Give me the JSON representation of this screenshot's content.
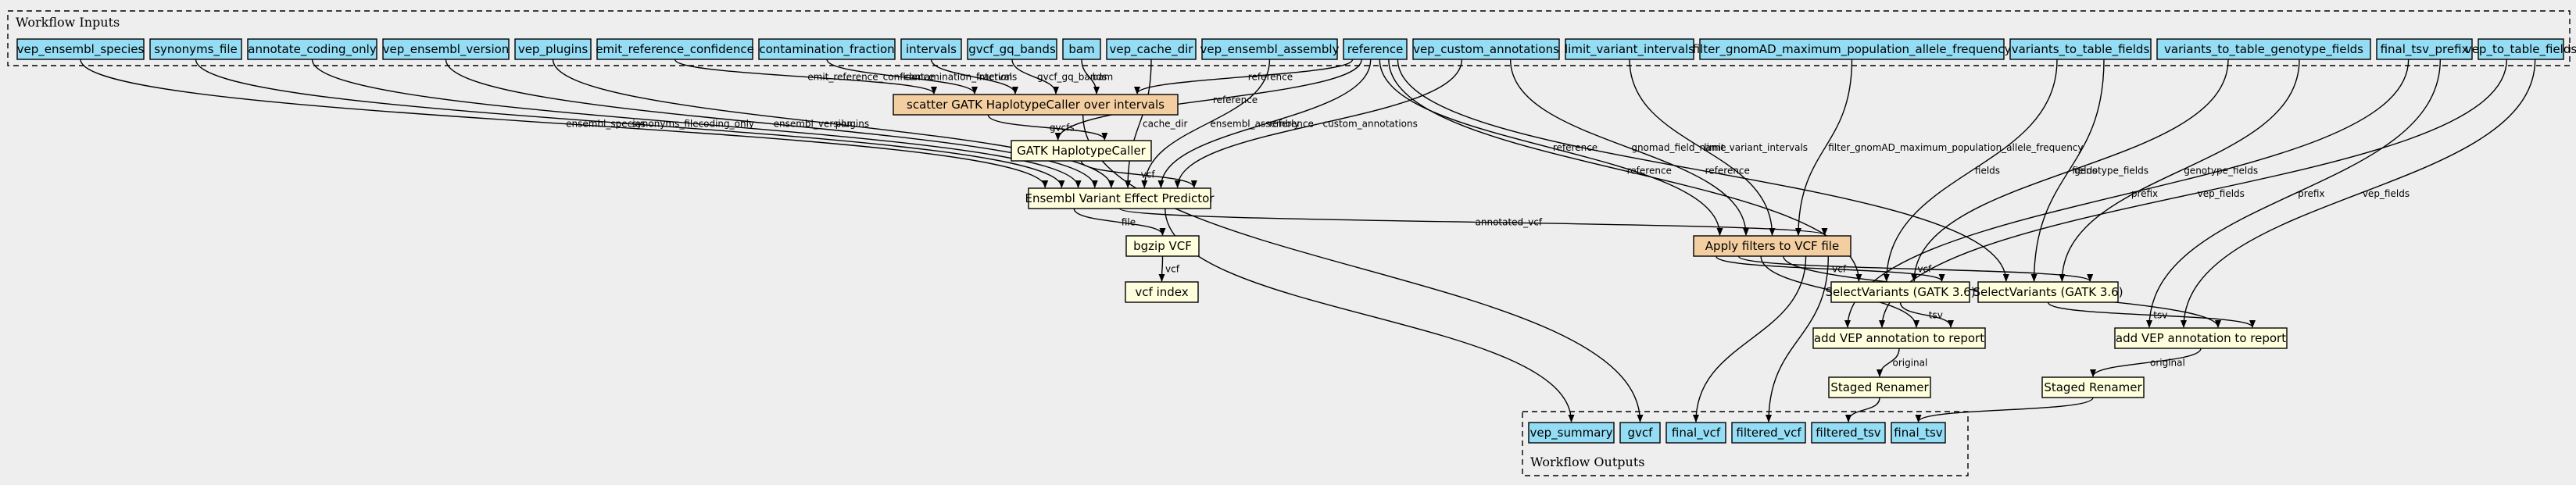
{
  "colors": {
    "background": "#eeeeee",
    "io_node": "#94ddf4",
    "scatter_node": "#f3cea1",
    "step_node": "#ffffdd",
    "border": "#000000"
  },
  "clusters": {
    "inputs_label": "Workflow Inputs",
    "outputs_label": "Workflow Outputs"
  },
  "inputs": [
    {
      "id": "vep_ensembl_species",
      "label": "vep_ensembl_species"
    },
    {
      "id": "synonyms_file",
      "label": "synonyms_file"
    },
    {
      "id": "annotate_coding_only",
      "label": "annotate_coding_only"
    },
    {
      "id": "vep_ensembl_version",
      "label": "vep_ensembl_version"
    },
    {
      "id": "vep_plugins",
      "label": "vep_plugins"
    },
    {
      "id": "emit_reference_confidence",
      "label": "emit_reference_confidence"
    },
    {
      "id": "contamination_fraction",
      "label": "contamination_fraction"
    },
    {
      "id": "intervals",
      "label": "intervals"
    },
    {
      "id": "gvcf_gq_bands",
      "label": "gvcf_gq_bands"
    },
    {
      "id": "bam",
      "label": "bam"
    },
    {
      "id": "vep_cache_dir",
      "label": "vep_cache_dir"
    },
    {
      "id": "vep_ensembl_assembly",
      "label": "vep_ensembl_assembly"
    },
    {
      "id": "reference",
      "label": "reference"
    },
    {
      "id": "vep_custom_annotations",
      "label": "vep_custom_annotations"
    },
    {
      "id": "limit_variant_intervals",
      "label": "limit_variant_intervals"
    },
    {
      "id": "filter_gnomAD_maximum_population_allele_frequency",
      "label": "filter_gnomAD_maximum_population_allele_frequency"
    },
    {
      "id": "variants_to_table_fields",
      "label": "variants_to_table_fields"
    },
    {
      "id": "variants_to_table_genotype_fields",
      "label": "variants_to_table_genotype_fields"
    },
    {
      "id": "final_tsv_prefix",
      "label": "final_tsv_prefix"
    },
    {
      "id": "vep_to_table_fields",
      "label": "vep_to_table_fields"
    }
  ],
  "steps": [
    {
      "id": "scatter_haplotype",
      "label": "scatter GATK HaplotypeCaller over intervals",
      "kind": "scatter"
    },
    {
      "id": "gatk_haplotype",
      "label": "GATK HaplotypeCaller",
      "kind": "step"
    },
    {
      "id": "vep",
      "label": "Ensembl Variant Effect Predictor",
      "kind": "step"
    },
    {
      "id": "bgzip",
      "label": "bgzip VCF",
      "kind": "step"
    },
    {
      "id": "vcf_index",
      "label": "vcf index",
      "kind": "step"
    },
    {
      "id": "apply_filters",
      "label": "Apply filters to VCF file",
      "kind": "scatter"
    },
    {
      "id": "select_variants_1",
      "label": "SelectVariants (GATK 3.6)",
      "kind": "step"
    },
    {
      "id": "select_variants_2",
      "label": "SelectVariants (GATK 3.6)",
      "kind": "step"
    },
    {
      "id": "add_vep_1",
      "label": "add VEP annotation to report",
      "kind": "step"
    },
    {
      "id": "add_vep_2",
      "label": "add VEP annotation to report",
      "kind": "step"
    },
    {
      "id": "staged_renamer_1",
      "label": "Staged Renamer",
      "kind": "step"
    },
    {
      "id": "staged_renamer_2",
      "label": "Staged Renamer",
      "kind": "step"
    }
  ],
  "outputs": [
    {
      "id": "vep_summary",
      "label": "vep_summary"
    },
    {
      "id": "gvcf",
      "label": "gvcf"
    },
    {
      "id": "final_vcf",
      "label": "final_vcf"
    },
    {
      "id": "filtered_vcf",
      "label": "filtered_vcf"
    },
    {
      "id": "filtered_tsv",
      "label": "filtered_tsv"
    },
    {
      "id": "final_tsv",
      "label": "final_tsv"
    }
  ],
  "edges": [
    {
      "from": "vep_ensembl_species",
      "to": "vep",
      "label": "ensembl_species"
    },
    {
      "from": "synonyms_file",
      "to": "vep",
      "label": "synonyms_file"
    },
    {
      "from": "annotate_coding_only",
      "to": "vep",
      "label": "coding_only"
    },
    {
      "from": "vep_ensembl_version",
      "to": "vep",
      "label": "ensembl_version"
    },
    {
      "from": "vep_plugins",
      "to": "vep",
      "label": "plugins"
    },
    {
      "from": "emit_reference_confidence",
      "to": "scatter_haplotype",
      "label": "emit_reference_confidence"
    },
    {
      "from": "contamination_fraction",
      "to": "scatter_haplotype",
      "label": "contamination_fraction"
    },
    {
      "from": "intervals",
      "to": "scatter_haplotype",
      "label": "intervals"
    },
    {
      "from": "gvcf_gq_bands",
      "to": "scatter_haplotype",
      "label": "gvcf_gq_bands"
    },
    {
      "from": "bam",
      "to": "scatter_haplotype",
      "label": "bam"
    },
    {
      "from": "reference",
      "to": "scatter_haplotype",
      "label": "reference"
    },
    {
      "from": "vep_cache_dir",
      "to": "vep",
      "label": "cache_dir"
    },
    {
      "from": "vep_ensembl_assembly",
      "to": "vep",
      "label": "ensembl_assembly"
    },
    {
      "from": "reference",
      "to": "gatk_haplotype",
      "label": "reference"
    },
    {
      "from": "reference",
      "to": "vep",
      "label": "reference"
    },
    {
      "from": "vep_custom_annotations",
      "to": "vep",
      "label": "custom_annotations"
    },
    {
      "from": "reference",
      "to": "apply_filters",
      "label": "reference"
    },
    {
      "from": "vep_custom_annotations",
      "to": "apply_filters",
      "label": "gnomad_field_name"
    },
    {
      "from": "limit_variant_intervals",
      "to": "apply_filters",
      "label": "limit_variant_intervals"
    },
    {
      "from": "reference",
      "to": "select_variants_1",
      "label": "reference"
    },
    {
      "from": "reference",
      "to": "select_variants_2",
      "label": "reference"
    },
    {
      "from": "filter_gnomAD_maximum_population_allele_frequency",
      "to": "apply_filters",
      "label": "filter_gnomAD_maximum_population_allele_frequency"
    },
    {
      "from": "variants_to_table_fields",
      "to": "select_variants_1",
      "label": "fields"
    },
    {
      "from": "variants_to_table_fields",
      "to": "select_variants_2",
      "label": "fields"
    },
    {
      "from": "variants_to_table_genotype_fields",
      "to": "select_variants_1",
      "label": "genotype_fields"
    },
    {
      "from": "variants_to_table_genotype_fields",
      "to": "select_variants_2",
      "label": "genotype_fields"
    },
    {
      "from": "final_tsv_prefix",
      "to": "add_vep_1",
      "label": "prefix"
    },
    {
      "from": "final_tsv_prefix",
      "to": "add_vep_2",
      "label": "prefix"
    },
    {
      "from": "vep_to_table_fields",
      "to": "add_vep_1",
      "label": "vep_fields"
    },
    {
      "from": "vep_to_table_fields",
      "to": "add_vep_2",
      "label": "vep_fields"
    },
    {
      "from": "scatter_haplotype",
      "to": "gatk_haplotype",
      "label": "gvcfs"
    },
    {
      "from": "scatter_haplotype",
      "to": "gvcf",
      "label": ""
    },
    {
      "from": "gatk_haplotype",
      "to": "vep",
      "label": "vcf"
    },
    {
      "from": "vep",
      "to": "bgzip",
      "label": "file"
    },
    {
      "from": "vep",
      "to": "apply_filters",
      "label": "annotated_vcf"
    },
    {
      "from": "vep",
      "to": "vep_summary",
      "label": ""
    },
    {
      "from": "bgzip",
      "to": "vcf_index",
      "label": "vcf"
    },
    {
      "from": "apply_filters",
      "to": "select_variants_1",
      "label": "vcf"
    },
    {
      "from": "apply_filters",
      "to": "select_variants_2",
      "label": "vcf"
    },
    {
      "from": "apply_filters",
      "to": "add_vep_1",
      "label": "vcf"
    },
    {
      "from": "apply_filters",
      "to": "add_vep_2",
      "label": "vcf"
    },
    {
      "from": "apply_filters",
      "to": "final_vcf",
      "label": ""
    },
    {
      "from": "apply_filters",
      "to": "filtered_vcf",
      "label": ""
    },
    {
      "from": "select_variants_1",
      "to": "add_vep_1",
      "label": "tsv"
    },
    {
      "from": "select_variants_2",
      "to": "add_vep_2",
      "label": "tsv"
    },
    {
      "from": "add_vep_1",
      "to": "staged_renamer_1",
      "label": "original"
    },
    {
      "from": "add_vep_2",
      "to": "staged_renamer_2",
      "label": "original"
    },
    {
      "from": "staged_renamer_1",
      "to": "filtered_tsv",
      "label": ""
    },
    {
      "from": "staged_renamer_2",
      "to": "final_tsv",
      "label": ""
    }
  ]
}
